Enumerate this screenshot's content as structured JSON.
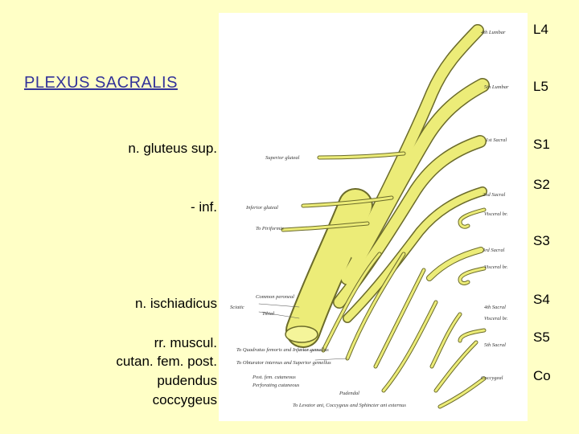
{
  "title": "PLEXUS  SACRALIS",
  "left_labels": {
    "gluteus_sup": "n. gluteus sup.",
    "inf": "- inf.",
    "ischiadicus": "n. ischiadicus",
    "muscul": "rr. muscul.",
    "cutan": "cutan. fem. post.",
    "pudendus": "pudendus",
    "coccygeus": "coccygeus"
  },
  "segments": [
    "L4",
    "L5",
    "S1",
    "S2",
    "S3",
    "S4",
    "S5",
    "Co"
  ],
  "figure_labels": {
    "lumbar4": "4th Lumbar",
    "lumbar5": "5th Lumbar",
    "sacral1": "1st Sacral",
    "sacral2": "2nd Sacral",
    "visceral1": "Visceral br.",
    "sacral3": "3rd Sacral",
    "visceral2": "Visceral br.",
    "sacral4": "4th Sacral",
    "visceral3": "Visceral br.",
    "sacral5": "5th Sacral",
    "coccygeal": "Coccygeal",
    "superior_gluteal": "Superior gluteal",
    "inferior_gluteal": "Inferior gluteal",
    "to_piriformis": "To Piriformis",
    "common_peroneal": "Common peroneal",
    "sciatic": "Sciatic",
    "tibial": "Tibial",
    "to_quadratus": "To Quadratus femoris and Inferior gemellus",
    "to_obturator": "To Obturator internus and Superior gemellus",
    "post_fem_cutaneous": "Post. fem. cutaneous",
    "perforating_cutaneous": "Perforating cutaneous",
    "pudendal": "Pudendal",
    "to_levator": "To Levator ani, Coccygeus and Sphincter ani externus"
  },
  "colors": {
    "background": "#ffffc6",
    "title": "#333399",
    "nerve": "#ecec78",
    "nerve_outline": "#6b6b2a"
  }
}
